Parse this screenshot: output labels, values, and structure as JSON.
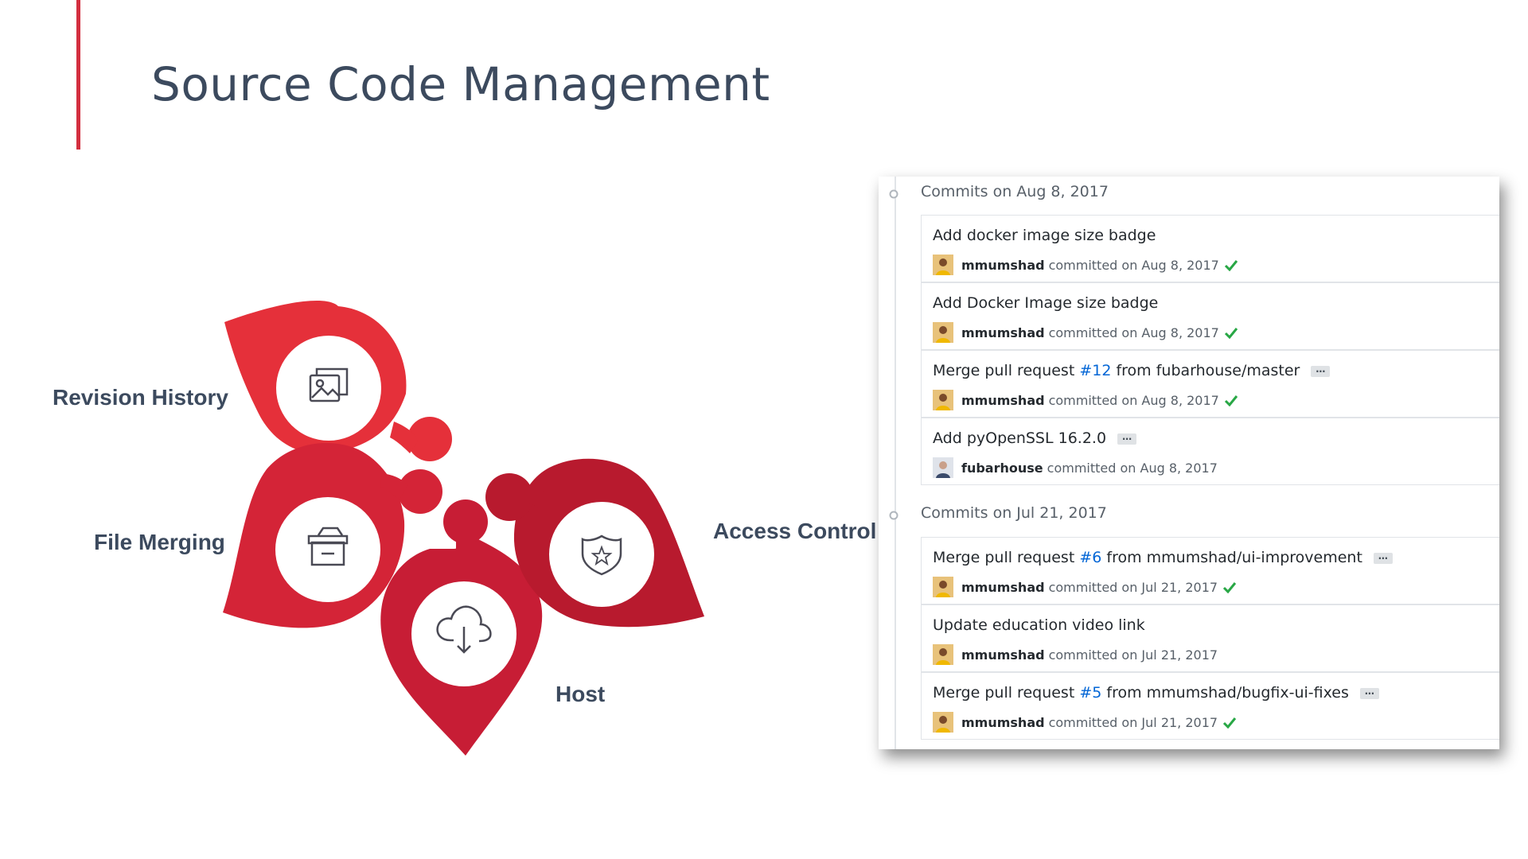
{
  "slide": {
    "title": "Source Code Management"
  },
  "features": [
    {
      "label": "Revision History",
      "icon": "image-gallery-icon",
      "color": "#e5303a"
    },
    {
      "label": "File Merging",
      "icon": "archive-box-icon",
      "color": "#d42437"
    },
    {
      "label": "Host",
      "icon": "cloud-download-icon",
      "color": "#c71d35"
    },
    {
      "label": "Access Control",
      "icon": "shield-star-icon",
      "color": "#b81a2e"
    }
  ],
  "commit_groups": [
    {
      "title": "Commits on Aug 8, 2017",
      "commits": [
        {
          "message": "Add docker image size badge",
          "author": "mmumshad",
          "meta": "committed on Aug 8, 2017",
          "verified": true
        },
        {
          "message": "Add Docker Image size badge",
          "author": "mmumshad",
          "meta": "committed on Aug 8, 2017",
          "verified": true
        },
        {
          "message_before": "Merge pull request ",
          "pr": "#12",
          "message_after": " from fubarhouse/master",
          "ellipsis": "…",
          "author": "mmumshad",
          "meta": "committed on Aug 8, 2017",
          "verified": true
        },
        {
          "message": "Add pyOpenSSL 16.2.0",
          "ellipsis": "…",
          "author": "fubarhouse",
          "meta": "committed on Aug 8, 2017",
          "verified": false
        }
      ]
    },
    {
      "title": "Commits on Jul 21, 2017",
      "commits": [
        {
          "message_before": "Merge pull request ",
          "pr": "#6",
          "message_after": " from mmumshad/ui-improvement",
          "ellipsis": "…",
          "author": "mmumshad",
          "meta": "committed on Jul 21, 2017",
          "verified": true
        },
        {
          "message": "Update education video link",
          "author": "mmumshad",
          "meta": "committed on Jul 21, 2017",
          "verified": false
        },
        {
          "message_before": "Merge pull request ",
          "pr": "#5",
          "message_after": " from mmumshad/bugfix-ui-fixes",
          "ellipsis": "…",
          "author": "mmumshad",
          "meta": "committed on Jul 21, 2017",
          "verified": true
        }
      ]
    }
  ],
  "colors": {
    "accent": "#d32f3f",
    "title_text": "#3c4a5e",
    "link": "#0366d6",
    "verified": "#28a745"
  }
}
